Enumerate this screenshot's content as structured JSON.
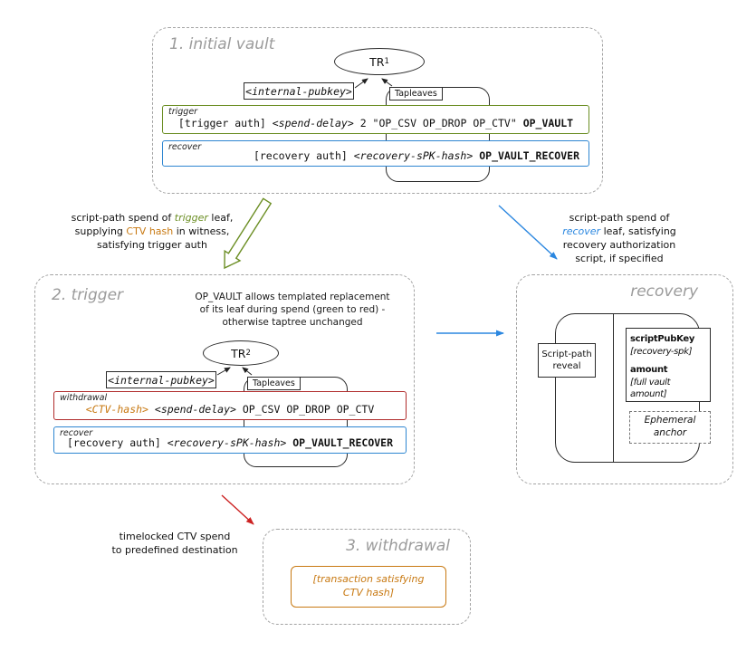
{
  "colors": {
    "title_gray": "#9b9b9b",
    "trigger_green": "#6b8e23",
    "recover_blue": "#2e86d1",
    "withdrawal_red": "#b02b2b",
    "ctv_orange": "#c87912"
  },
  "vault1": {
    "title": "1. initial vault",
    "tr_label": "TR",
    "tr_sub": "1",
    "internal_pubkey": "<internal-pubkey>",
    "tapleaves_label": "Tapleaves",
    "trigger_leaf": {
      "label": "trigger",
      "auth": "[trigger auth] ",
      "spend_delay": "<spend-delay>",
      "script": " 2 \"OP_CSV OP_DROP OP_CTV\" ",
      "opcode": "OP_VAULT"
    },
    "recover_leaf": {
      "label": "recover",
      "auth": "[recovery auth] ",
      "spk_hash": "<recovery-sPK-hash>",
      "sep": " ",
      "opcode": "OP_VAULT_RECOVER"
    }
  },
  "vault2": {
    "title": "2. trigger",
    "note": {
      "line1": "OP_VAULT allows templated replacement",
      "line2": "of its leaf during spend (green to red) -",
      "line3": "otherwise taptree unchanged"
    },
    "tr_label": "TR",
    "tr_sub": "2",
    "internal_pubkey": "<internal-pubkey>",
    "tapleaves_label": "Tapleaves",
    "withdrawal_leaf": {
      "label": "withdrawal",
      "ctv_hash": "<CTV-hash>",
      "sep": " ",
      "spend_delay": "<spend-delay>",
      "script": " OP_CSV OP_DROP OP_CTV"
    },
    "recover_leaf": {
      "label": "recover",
      "auth": "[recovery auth] ",
      "spk_hash": "<recovery-sPK-hash>",
      "sep": " ",
      "opcode": "OP_VAULT_RECOVER"
    }
  },
  "annotations": {
    "trigger_spend": {
      "l1a": "script-path spend of ",
      "l1b": "trigger",
      "l1c": " leaf,",
      "l2a": "supplying ",
      "l2b": "CTV hash",
      "l2c": " in witness,",
      "l3": "satisfying trigger auth"
    },
    "recover_spend": {
      "l1": "script-path spend of",
      "l2a": "recover",
      "l2b": " leaf, satisfying",
      "l3": "recovery authorization",
      "l4": "script, if specified"
    },
    "withdrawal_spend": {
      "l1": "timelocked CTV spend",
      "l2": "to predefined destination"
    }
  },
  "recovery": {
    "title": "recovery",
    "script_path_reveal": "Script-path reveal",
    "output": {
      "spk_label": "scriptPubKey",
      "spk_value": "[recovery-spk]",
      "amount_label": "amount",
      "amount_value": "[full vault amount]"
    },
    "anchor_label": "Ephemeral anchor"
  },
  "withdrawal": {
    "title": "3. withdrawal",
    "tx_line1": "[transaction satisfying",
    "tx_line2": "CTV hash]"
  }
}
